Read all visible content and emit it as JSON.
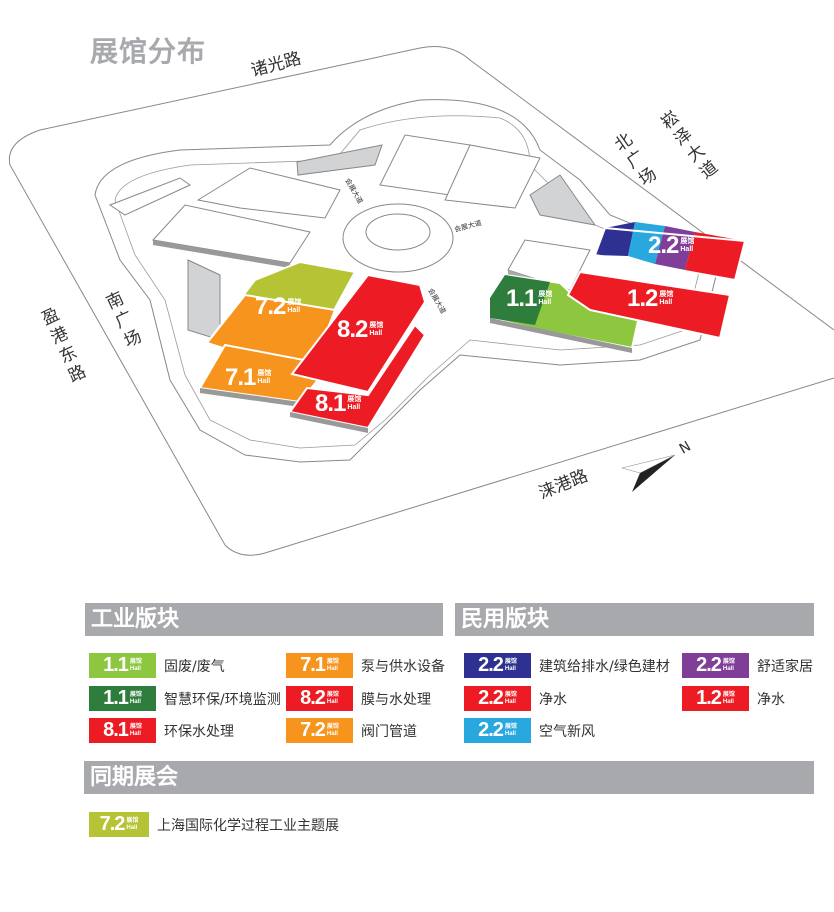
{
  "page_title": "展馆分布",
  "colors": {
    "light_green": "#8dc63f",
    "dark_green": "#2e7d3c",
    "red": "#ed1c24",
    "orange": "#f7941d",
    "olive": "#b5c334",
    "navy": "#2e3192",
    "sky_blue": "#29a8e0",
    "purple": "#7f3f98",
    "gray_bar": "#a7a9ac",
    "building_gray": "#d1d3d4"
  },
  "map": {
    "roads": {
      "north": "诸光路",
      "east": "崧泽大道",
      "west": "盈港东路",
      "south": "涞港路"
    },
    "plazas": {
      "north": "北广场",
      "south": "南广场"
    },
    "avenue_label": "会展大道",
    "compass": "N",
    "halls": [
      {
        "id": "7.2",
        "num": "7.2",
        "zh": "展馆",
        "en": "Hall"
      },
      {
        "id": "7.1",
        "num": "7.1",
        "zh": "展馆",
        "en": "Hall"
      },
      {
        "id": "8.2",
        "num": "8.2",
        "zh": "展馆",
        "en": "Hall"
      },
      {
        "id": "8.1",
        "num": "8.1",
        "zh": "展馆",
        "en": "Hall"
      },
      {
        "id": "2.2",
        "num": "2.2",
        "zh": "展馆",
        "en": "Hall"
      },
      {
        "id": "1.1",
        "num": "1.1",
        "zh": "展馆",
        "en": "Hall"
      },
      {
        "id": "1.2",
        "num": "1.2",
        "zh": "展馆",
        "en": "Hall"
      }
    ]
  },
  "industrial": {
    "title": "工业版块",
    "items": [
      {
        "num": "1.1",
        "zh": "展馆",
        "en": "Hall",
        "color": "#8dc63f",
        "label": "固废/废气"
      },
      {
        "num": "1.1",
        "zh": "展馆",
        "en": "Hall",
        "color": "#2e7d3c",
        "label": "智慧环保/环境监测"
      },
      {
        "num": "8.1",
        "zh": "展馆",
        "en": "Hall",
        "color": "#ed1c24",
        "label": "环保水处理"
      },
      {
        "num": "7.1",
        "zh": "展馆",
        "en": "Hall",
        "color": "#f7941d",
        "label": "泵与供水设备"
      },
      {
        "num": "8.2",
        "zh": "展馆",
        "en": "Hall",
        "color": "#ed1c24",
        "label": "膜与水处理"
      },
      {
        "num": "7.2",
        "zh": "展馆",
        "en": "Hall",
        "color": "#f7941d",
        "label": "阀门管道"
      }
    ]
  },
  "civil": {
    "title": "民用版块",
    "items": [
      {
        "num": "2.2",
        "zh": "展馆",
        "en": "Hall",
        "color": "#2e3192",
        "label": "建筑给排水/绿色建材"
      },
      {
        "num": "2.2",
        "zh": "展馆",
        "en": "Hall",
        "color": "#ed1c24",
        "label": "净水"
      },
      {
        "num": "2.2",
        "zh": "展馆",
        "en": "Hall",
        "color": "#29a8e0",
        "label": "空气新风"
      },
      {
        "num": "2.2",
        "zh": "展馆",
        "en": "Hall",
        "color": "#7f3f98",
        "label": "舒适家居"
      },
      {
        "num": "1.2",
        "zh": "展馆",
        "en": "Hall",
        "color": "#ed1c24",
        "label": "净水"
      }
    ]
  },
  "concurrent": {
    "title": "同期展会",
    "items": [
      {
        "num": "7.2",
        "zh": "展馆",
        "en": "Hall",
        "color": "#b5c334",
        "label": "上海国际化学过程工业主题展"
      }
    ]
  }
}
